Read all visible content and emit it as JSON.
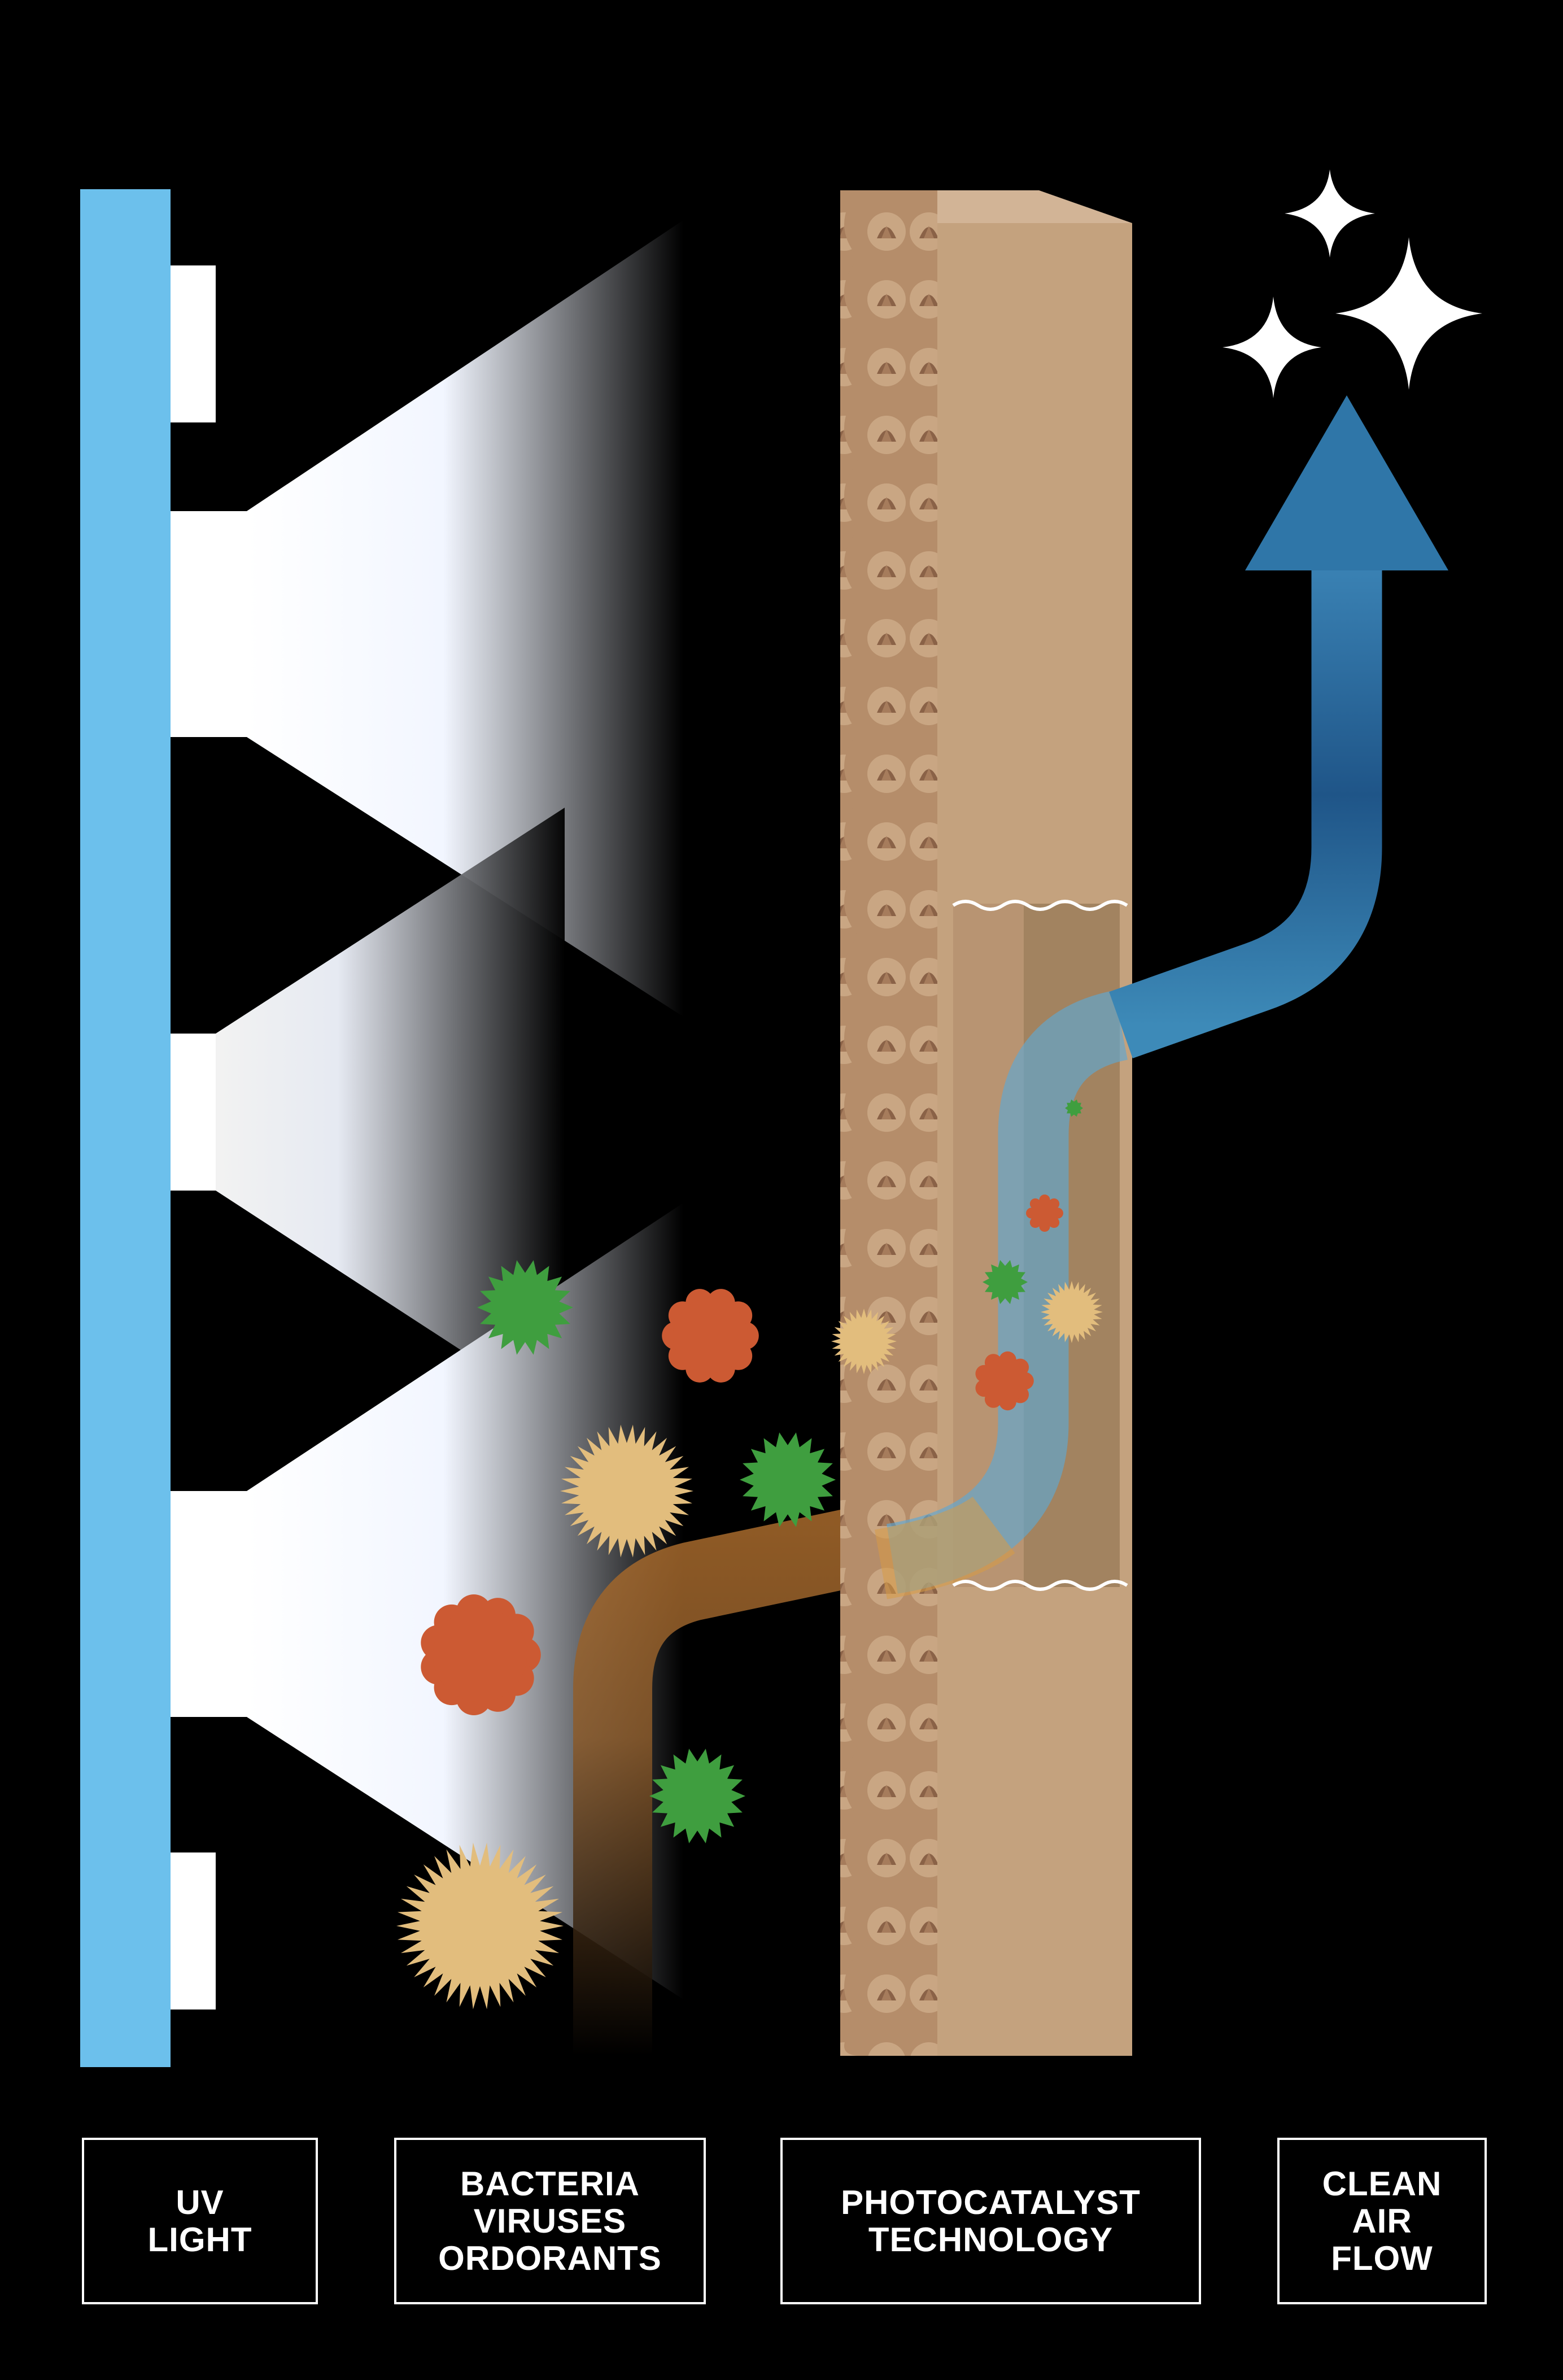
{
  "labels": {
    "uv_light": [
      "UV",
      "LIGHT"
    ],
    "contaminants": [
      "BACTERIA",
      "VIRUSES",
      "ORDORANTS"
    ],
    "photocatalyst": [
      "PHOTOCATALYST",
      "TECHNOLOGY"
    ],
    "clean_air": [
      "CLEAN",
      "AIR",
      "FLOW"
    ]
  },
  "colors": {
    "uv_bar": "#6cc0ec",
    "filter_face": "#c4a27e",
    "filter_front": "#b89472",
    "clean_arrow": "#2a6c9e",
    "dirty_flow": "#a3692c",
    "bacteria_green": "#3f9e3f",
    "virus_red": "#cc5a33",
    "odor_tan": "#d9ab63",
    "sparkle": "#ffffff"
  },
  "icons": [
    "uv-lamp-icon",
    "light-beam-icon",
    "bacteria-icon",
    "virus-icon",
    "odorant-icon",
    "filter-panel-icon",
    "clean-air-arrow-icon",
    "sparkle-icon"
  ]
}
